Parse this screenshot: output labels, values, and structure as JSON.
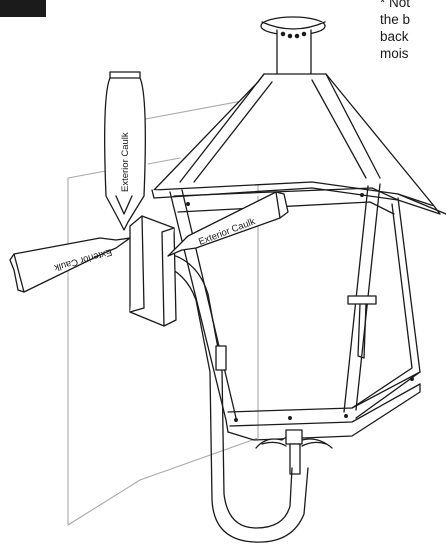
{
  "note": {
    "lines": [
      "* Not",
      "the b",
      "back",
      "mois"
    ]
  },
  "tubes": {
    "top_label": "Exterior Caulk",
    "left_label": "Exterior Caulk",
    "right_label": "Exterior Caulk"
  },
  "colors": {
    "line": "#1a1a1a",
    "wall": "#a8a8a8",
    "header_tab": "#1b1b1b"
  }
}
